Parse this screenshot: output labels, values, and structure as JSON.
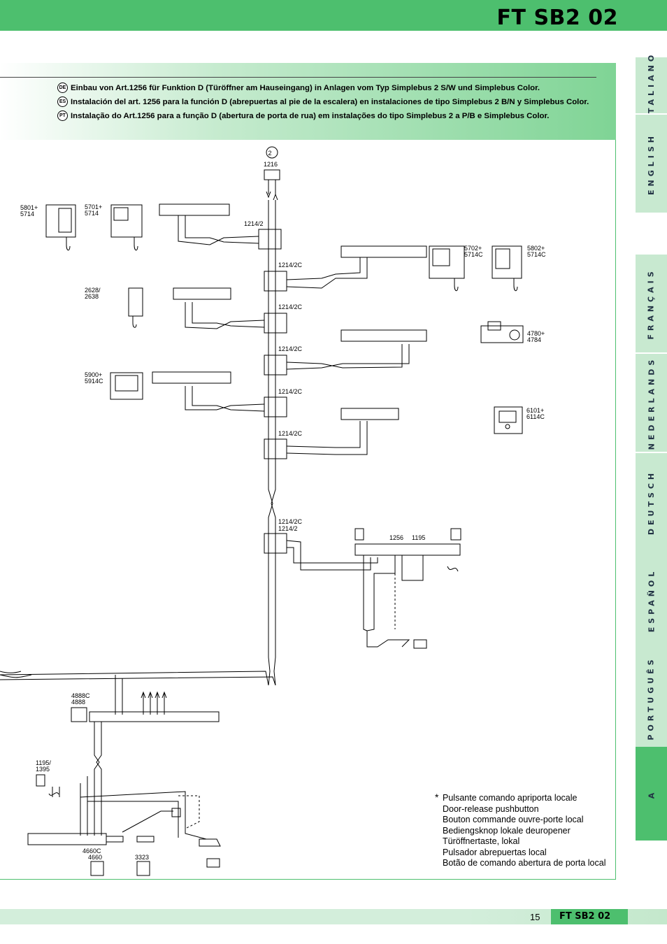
{
  "header": {
    "title": "FT SB2 02"
  },
  "sidebar": {
    "tabs": [
      "ITALIANO",
      "ENGLISH",
      "FRANÇAIS",
      "NEDERLANDS",
      "DEUTSCH",
      "ESPAÑOL",
      "PORTUGUÊS",
      "A"
    ],
    "active_index": 7
  },
  "intro": {
    "rows": [
      {
        "badge": "DE",
        "text": "Einbau von Art.1256 für Funktion D (Türöffner am Hauseingang) in Anlagen vom Typ Simplebus 2 S/W und Simplebus Color."
      },
      {
        "badge": "ES",
        "text": "Instalación del art. 1256 para la función D (abrepuertas al pie de la escalera) en instalaciones de tipo Simplebus 2 B/N y Simplebus Color."
      },
      {
        "badge": "PT",
        "text": "Instalação do Art.1256 para a função D (abertura de porta de rua) em instalações do tipo Simplebus 2 a P/B e Simplebus Color."
      }
    ]
  },
  "diagram": {
    "marker": "2",
    "labels": {
      "top_device": "1216",
      "riser": [
        "1214/2",
        "1214/2C",
        "1214/2C",
        "1214/2C",
        "1214/2C",
        "1214/2C",
        "1214/2C",
        "1214/2"
      ],
      "left_devices": [
        [
          "5801+",
          "5714"
        ],
        [
          "5701+",
          "5714"
        ],
        [
          "2628/",
          "2638"
        ],
        [
          "5900+",
          "5914C"
        ]
      ],
      "right_devices": [
        [
          "5702+",
          "5714C"
        ],
        [
          "5802+",
          "5714C"
        ],
        [
          "4780+",
          "4784"
        ],
        [
          "6101+",
          "6114C"
        ]
      ],
      "relay": [
        "1256",
        "1195"
      ],
      "bottom_devices": [
        [
          "4888C",
          "4888"
        ],
        [
          "1195/",
          "1395"
        ],
        [
          "4660C",
          "4660"
        ],
        [
          "3323"
        ]
      ]
    }
  },
  "legend": {
    "marker": "*",
    "lines": [
      "Pulsante comando apriporta locale",
      "Door-release pushbutton",
      "Bouton commande ouvre-porte local",
      "Bediengsknop lokale deuropener",
      "Türöffnertaste, lokal",
      "Pulsador abrepuertas local",
      "Botão de comando abertura de porta local"
    ]
  },
  "footer": {
    "page_number": "15",
    "tag": "FT SB2 02"
  },
  "colors": {
    "green": "#4dbf6e",
    "light_green": "#c8e9d0"
  }
}
